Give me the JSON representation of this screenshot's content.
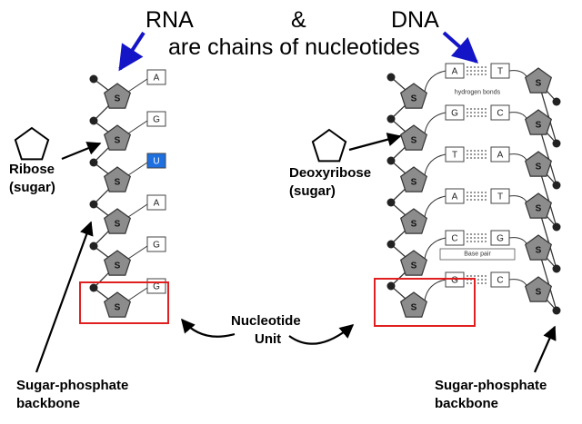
{
  "title": {
    "rna": "RNA",
    "amp": "&",
    "dna": "DNA",
    "subtitle": "are chains of nucleotides"
  },
  "rna": {
    "sugar_label": "Ribose",
    "sugar_sub": "(sugar)",
    "sugar_letter": "S",
    "bases": [
      "A",
      "G",
      "U",
      "A",
      "G",
      "G"
    ],
    "highlight_color": "#1e6fe0",
    "highlight_index": 2
  },
  "dna": {
    "sugar_label": "Deoxyribose",
    "sugar_sub": "(sugar)",
    "sugar_letter": "S",
    "pairs": [
      [
        "A",
        "T"
      ],
      [
        "G",
        "C"
      ],
      [
        "T",
        "A"
      ],
      [
        "A",
        "T"
      ],
      [
        "C",
        "G"
      ],
      [
        "G",
        "C"
      ]
    ],
    "hydrogen_bonds_label": "hydrogen bonds",
    "base_pair_label": "Base pair"
  },
  "nucleotide_label": [
    "Nucleotide",
    "Unit"
  ],
  "backbone_left": [
    "Sugar-phosphate",
    "backbone"
  ],
  "backbone_right": [
    "Sugar-phosphate",
    "backbone"
  ],
  "colors": {
    "arrow_blue": "#1515c8",
    "sugar_fill": "#8c8c8c",
    "base_box": "#bdbdbd",
    "highlight_box": "#e02020"
  }
}
